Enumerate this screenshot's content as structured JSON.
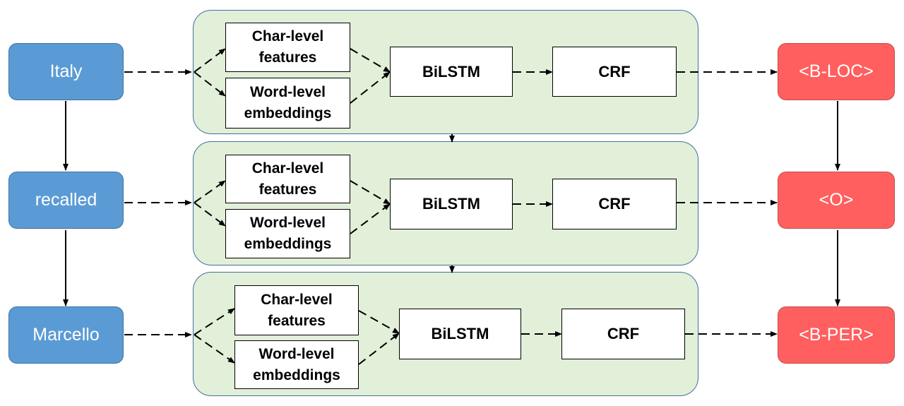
{
  "colors": {
    "word": "#5b9bd5",
    "tag": "#ff5f5f",
    "panel": "#e2efd9",
    "border": "#41719c"
  },
  "rows": [
    {
      "word": "Italy",
      "char": "Char-level features",
      "wordemb": "Word-level embeddings",
      "bilstm": "BiLSTM",
      "crf": "CRF",
      "tag": "<B-LOC>"
    },
    {
      "word": "recalled",
      "char": "Char-level features",
      "wordemb": "Word-level embeddings",
      "bilstm": "BiLSTM",
      "crf": "CRF",
      "tag": "<O>"
    },
    {
      "word": "Marcello",
      "char": "Char-level features",
      "wordemb": "Word-level embeddings",
      "bilstm": "BiLSTM",
      "crf": "CRF",
      "tag": "<B-PER>"
    }
  ]
}
